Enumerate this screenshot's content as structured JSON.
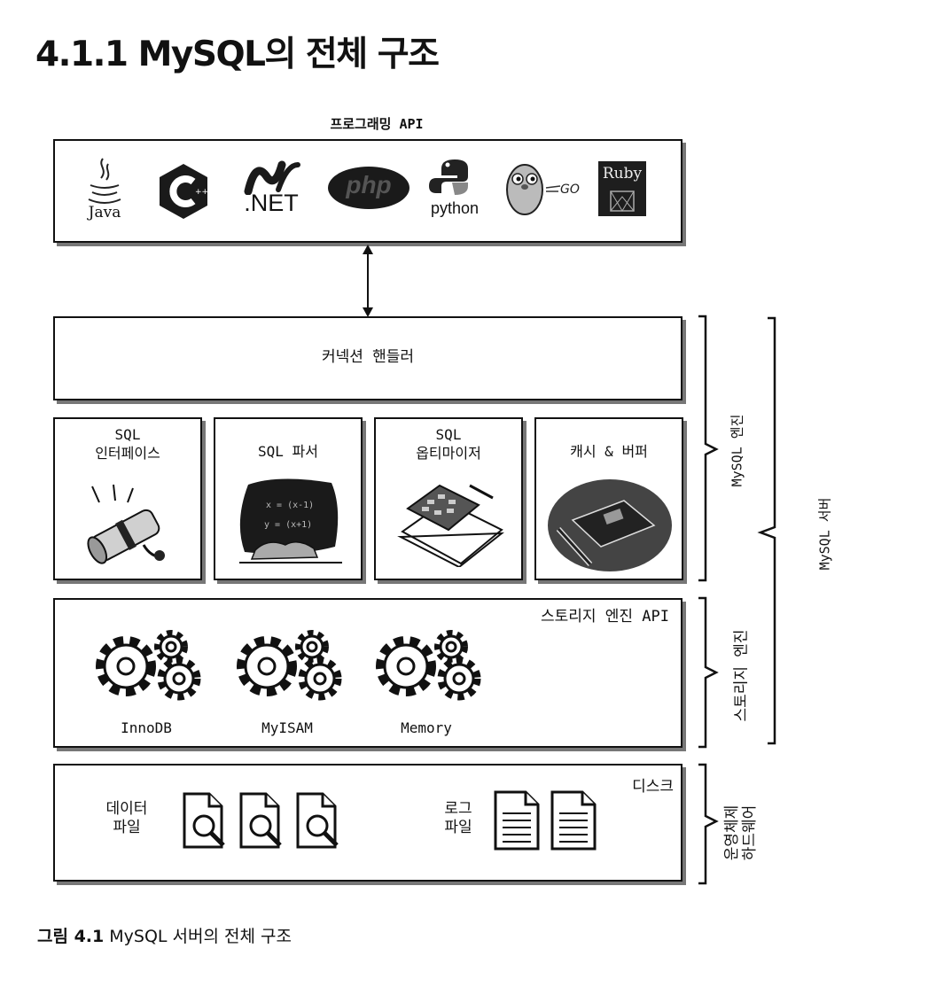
{
  "heading": "4.1.1 MySQL의 전체 구조",
  "api": {
    "title": "프로그래밍 API",
    "logos": [
      {
        "name": "java",
        "label": "Java"
      },
      {
        "name": "cpp",
        "label": "C++"
      },
      {
        "name": "dotnet",
        "label": ".NET"
      },
      {
        "name": "php",
        "label": "php"
      },
      {
        "name": "python",
        "label": "python"
      },
      {
        "name": "go",
        "label": "GO"
      },
      {
        "name": "ruby",
        "label": "Ruby"
      }
    ]
  },
  "connection_handler": "커넥션 핸들러",
  "engine_modules": [
    {
      "name": "sql-interface",
      "label": "SQL\n인터페이스",
      "icon": "scroll-icon"
    },
    {
      "name": "sql-parser",
      "label": "SQL 파서",
      "icon": "chalkboard-icon"
    },
    {
      "name": "sql-optimizer",
      "label": "SQL\n옵티마이저",
      "icon": "calculator-icon"
    },
    {
      "name": "cache-buffer",
      "label": "캐시 & 버퍼",
      "icon": "book-pen-icon"
    }
  ],
  "storage": {
    "title": "스토리지 엔진 API",
    "engines": [
      "InnoDB",
      "MyISAM",
      "Memory"
    ]
  },
  "disk": {
    "title": "디스크",
    "data_files_label": "데이터\n파일",
    "log_files_label": "로그\n파일"
  },
  "brackets": {
    "mysql_engine": "MySQL 엔진",
    "storage_engine": "스토리지 엔진",
    "os_hardware": "운영체제\n하드웨어",
    "mysql_server": "MySQL 서버"
  },
  "caption": {
    "prefix": "그림 4.1",
    "text": " MySQL 서버의 전체 구조"
  }
}
